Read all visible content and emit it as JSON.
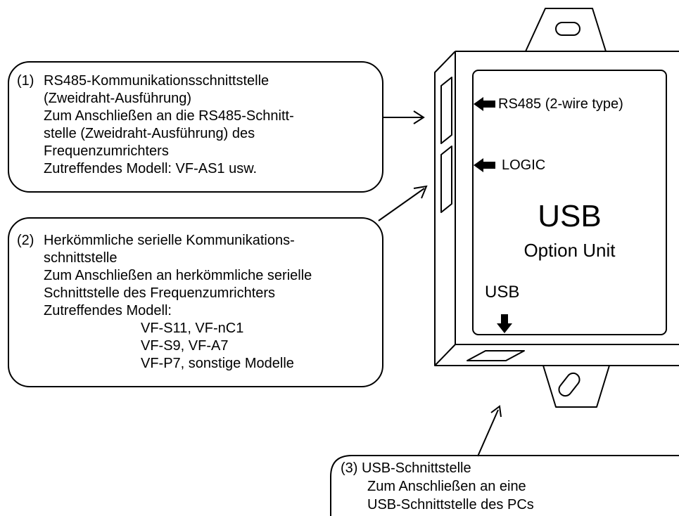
{
  "callouts": [
    {
      "number": "(1)",
      "lines": [
        "RS485-Kommunikationsschnittstelle",
        "(Zweidraht-Ausführung)",
        "Zum Anschließen an die RS485-Schnitt-",
        "stelle (Zweidraht-Ausführung) des",
        "Frequenzumrichters",
        "Zutreffendes Modell: VF-AS1 usw."
      ]
    },
    {
      "number": "(2)",
      "lines": [
        "Herkömmliche serielle Kommunikations-",
        "schnittstelle",
        "Zum Anschließen an herkömmliche serielle",
        "Schnittstelle des Frequenzumrichters",
        "Zutreffendes Modell:"
      ],
      "models": [
        "VF-S11, VF-nC1",
        "VF-S9, VF-A7",
        "VF-P7, sonstige Modelle"
      ]
    },
    {
      "number": "(3)",
      "lines": [
        "USB-Schnittstelle",
        "Zum Anschließen an eine",
        "USB-Schnittstelle des PCs"
      ]
    }
  ],
  "device": {
    "port_rs485_label": "RS485 (2-wire type)",
    "port_logic_label": "LOGIC",
    "title": "USB",
    "subtitle": "Option Unit",
    "usb_port_label": "USB"
  }
}
